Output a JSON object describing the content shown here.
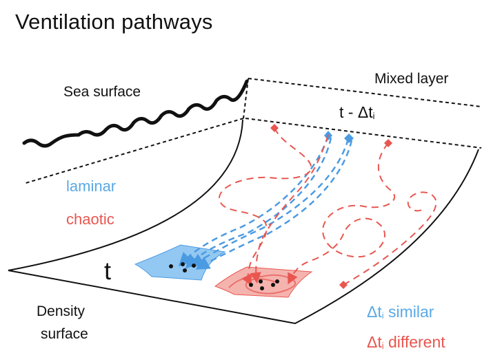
{
  "title": "Ventilation pathways",
  "labels": {
    "sea_surface": "Sea surface",
    "mixed_layer": "Mixed layer",
    "t_minus": "t - Δt",
    "t_minus_sub": "i",
    "laminar": "laminar",
    "chaotic": "chaotic",
    "t": "t",
    "density_line1": "Density",
    "density_line2": "surface",
    "similar_prefix": "Δt",
    "similar_sub": "i",
    "similar_suffix": " similar",
    "different_prefix": "Δt",
    "different_sub": "i",
    "different_suffix": " different"
  },
  "colors": {
    "laminar": "#5aa9e6",
    "chaotic": "#e8564f",
    "ink": "#111111"
  }
}
